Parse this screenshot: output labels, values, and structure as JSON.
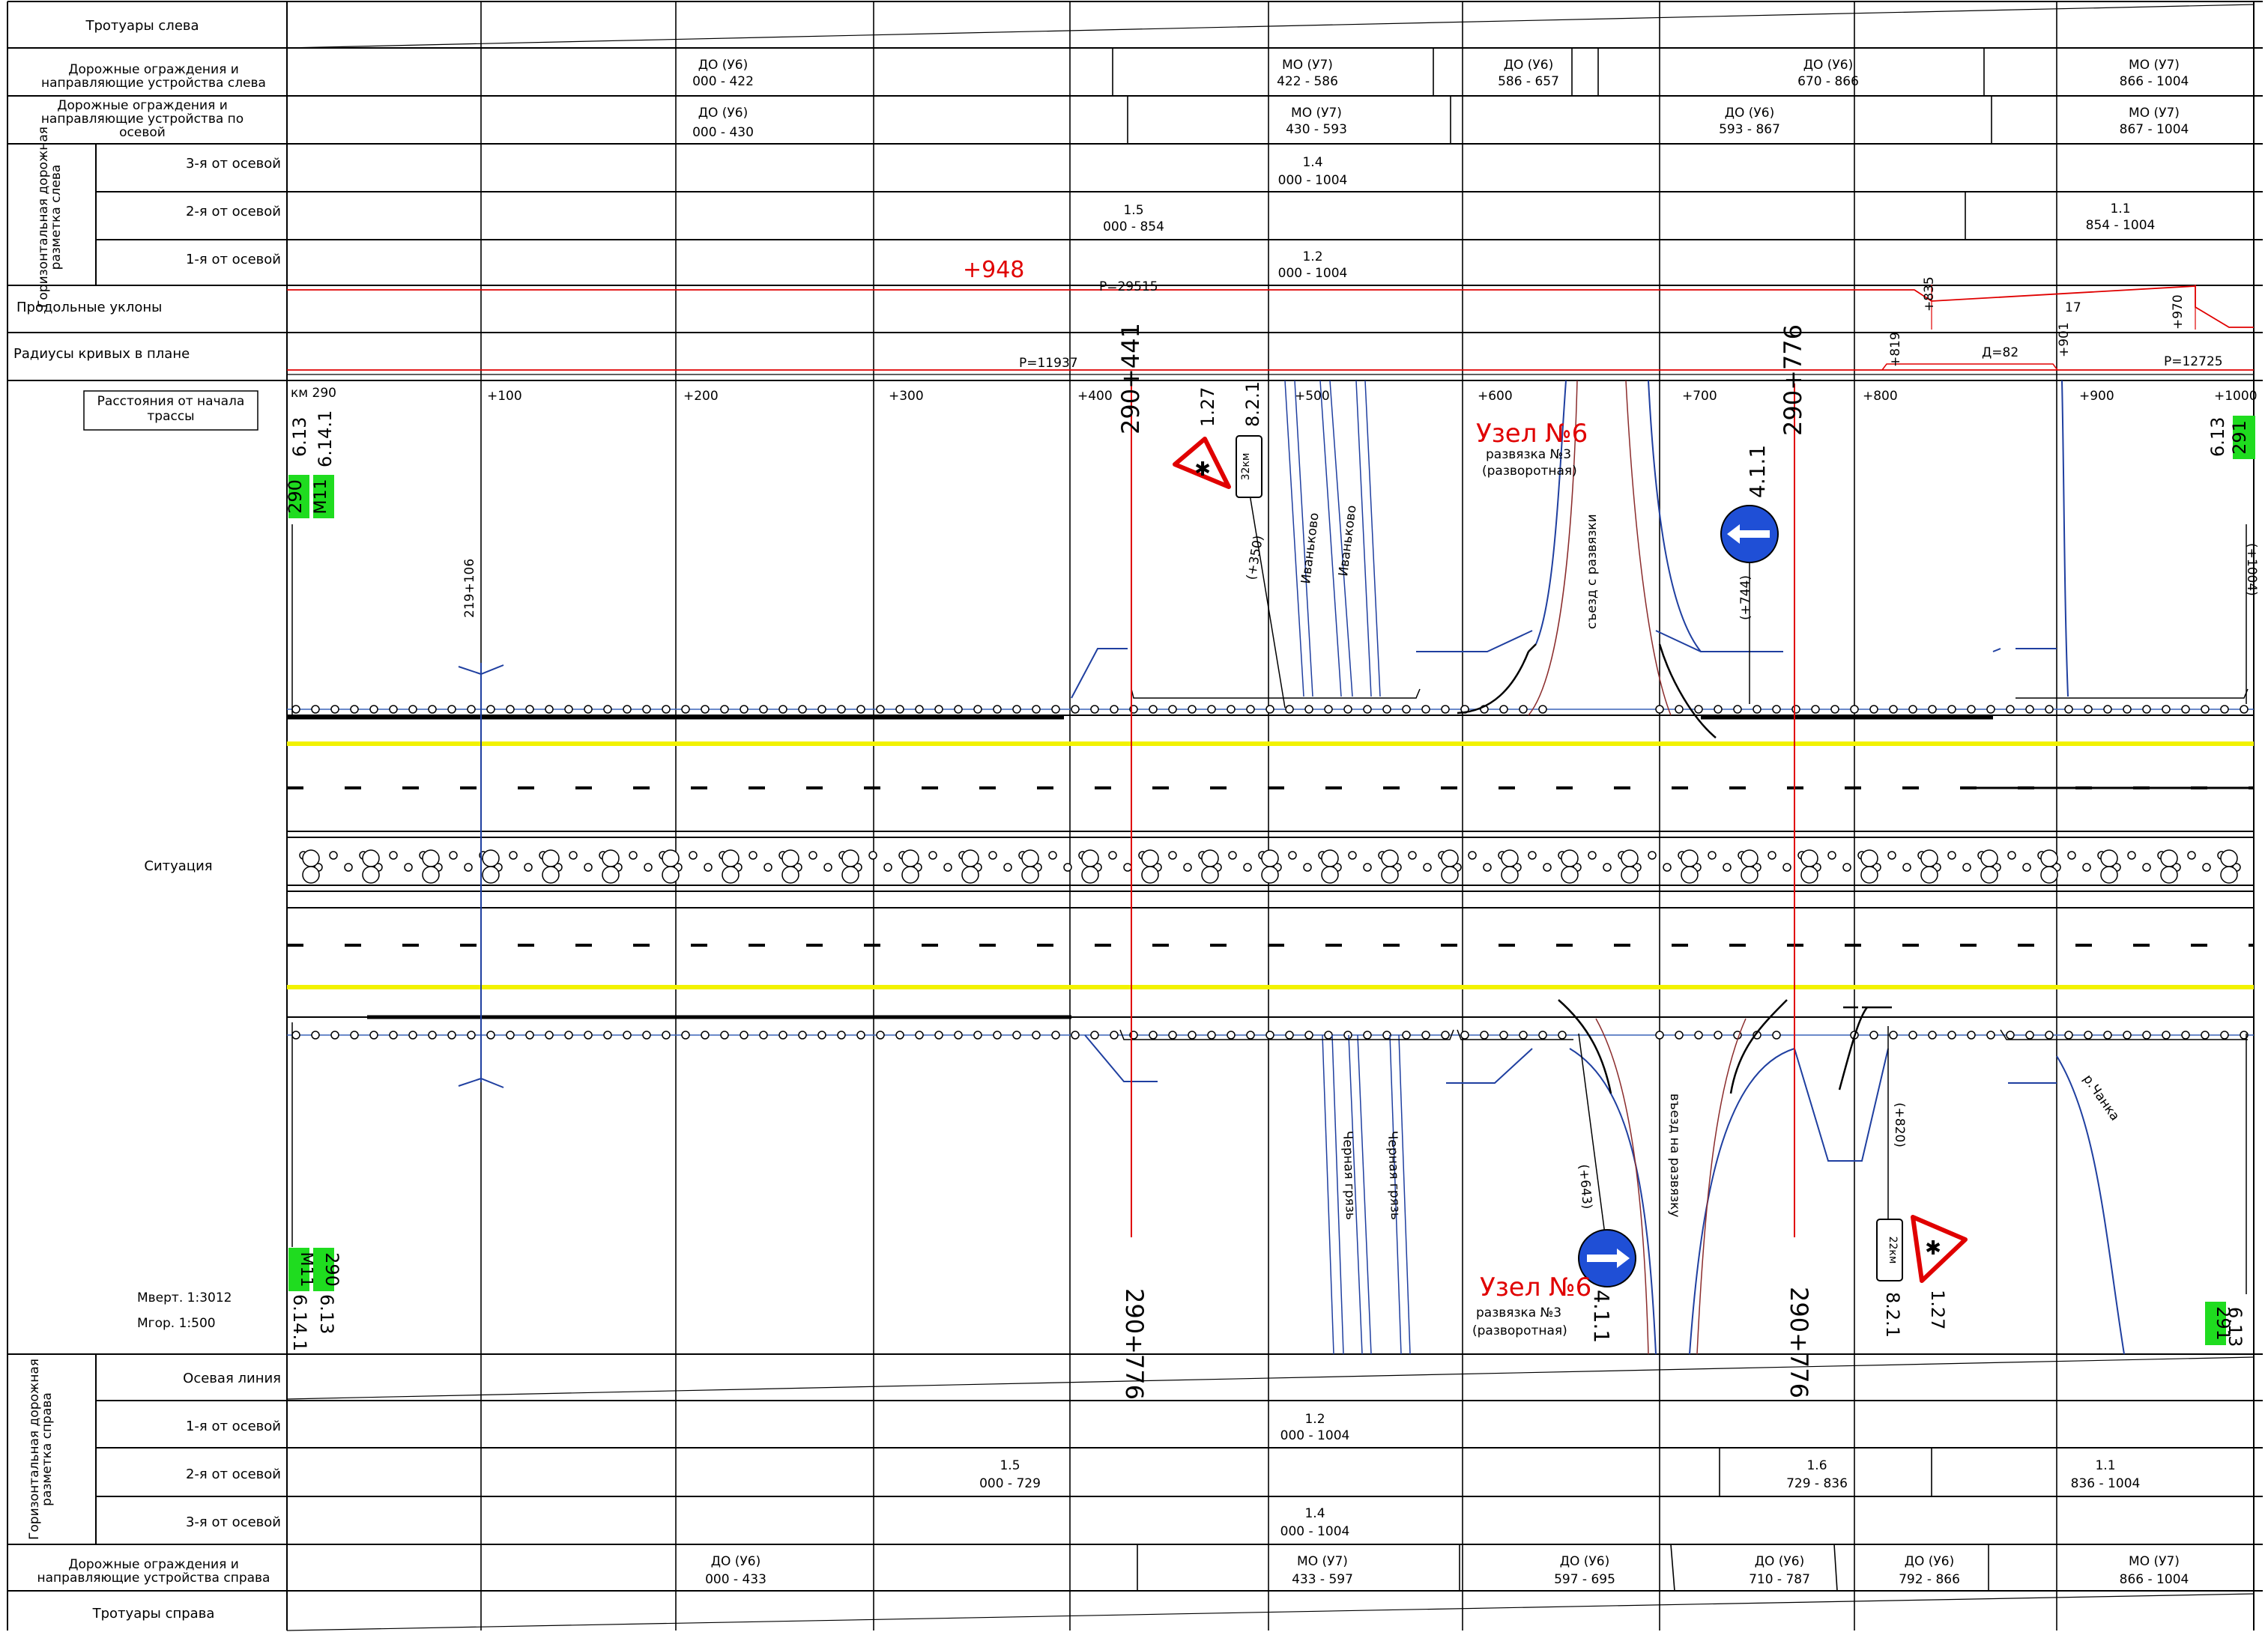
{
  "rows_top": {
    "sidewalks_left": "Тротуары слева",
    "guards_left": "Дорожные ограждения и направляющие устройства слева",
    "guards_axis": "Дорожные ограждения и направляющие устройства по осевой",
    "marking_left_group": "Горизонтальная дорожная разметка слева",
    "lane3": "3-я от осевой",
    "lane2": "2-я от осевой",
    "lane1": "1-я от осевой",
    "slopes": "Продольные уклоны",
    "radii": "Радиусы кривых в плане",
    "distance_box": "Расстояния от начала трассы",
    "situation": "Ситуация"
  },
  "rows_bottom": {
    "axis_line": "Осевая линия",
    "lane1": "1-я от осевой",
    "lane2": "2-я от осевой",
    "lane3": "3-я от осевой",
    "marking_right_group": "Горизонтальная дорожная разметка справа",
    "guards_right": "Дорожные ограждения и направляющие устройства справа",
    "sidewalks_right": "Тротуары справа"
  },
  "guards_left": [
    {
      "t": "ДО (У6)",
      "r": "000 - 422"
    },
    {
      "t": "МО (У7)",
      "r": "422 - 586"
    },
    {
      "t": "ДО (У6)",
      "r": "586 - 657"
    },
    {
      "t": "ДО (У6)",
      "r": "670 - 866"
    },
    {
      "t": "МО (У7)",
      "r": "866 - 1004"
    }
  ],
  "guards_axis": [
    {
      "t": "ДО (У6)",
      "r": "000 - 430"
    },
    {
      "t": "МО (У7)",
      "r": "430 - 593"
    },
    {
      "t": "ДО (У6)",
      "r": "593 - 867"
    },
    {
      "t": "МО (У7)",
      "r": "867 - 1004"
    }
  ],
  "marking_left": [
    {
      "t": "1.4",
      "r": "000 - 1004"
    },
    {
      "t": "1.5",
      "r": "000 - 854"
    },
    {
      "t": "1.1",
      "r": "854 - 1004"
    },
    {
      "t": "1.2",
      "r": "000 - 1004"
    }
  ],
  "profile": {
    "plus948": "+948",
    "r29515": "Р=29515",
    "p835": "+835",
    "p970": "+970",
    "v17": "17",
    "r11937": "Р=11937",
    "p819": "+819",
    "p901": "+901",
    "d82": "Д=82",
    "r12725": "Р=12725"
  },
  "pickets": [
    "км 290",
    "+100",
    "+200",
    "+300",
    "+400",
    "+500",
    "+600",
    "+700",
    "+800",
    "+900",
    "+1000"
  ],
  "situation": {
    "chain_440": "290+441",
    "chain_776": "290+776",
    "node6": "Узел №6",
    "junction": "развязка №3",
    "turnaround": "(разворотная)",
    "sign_613": "6.13",
    "sign_6141": "6.14.1",
    "sign_127": "1.27",
    "sign_821": "8.2.1",
    "sign_411": "4.1.1",
    "plate_32": "32км",
    "plate_22": "22км",
    "km290": "290",
    "km291": "291",
    "route": "М11",
    "ivankovo": "Иваньково",
    "cherkaya": "Черная грязь",
    "exit": "съезд с развязки",
    "entry": "въезд на развязку",
    "river": "р.Чанка",
    "p350": "(+350)",
    "p744": "(+744)",
    "p643": "(+643)",
    "p820": "(+820)",
    "p1004": "(+1004)",
    "p219": "219+106",
    "mvert": "Мверт. 1:3012",
    "mgor": "Мгор.   1:500"
  },
  "marking_right": [
    {
      "t": "1.2",
      "r": "000 - 1004"
    },
    {
      "t": "1.5",
      "r": "000 - 729"
    },
    {
      "t": "1.6",
      "r": "729 - 836"
    },
    {
      "t": "1.1",
      "r": "836 - 1004"
    },
    {
      "t": "1.4",
      "r": "000 - 1004"
    }
  ],
  "guards_right": [
    {
      "t": "ДО (У6)",
      "r": "000 - 433"
    },
    {
      "t": "МО (У7)",
      "r": "433 - 597"
    },
    {
      "t": "ДО (У6)",
      "r": "597 - 695"
    },
    {
      "t": "ДО (У6)",
      "r": "710 - 787"
    },
    {
      "t": "ДО (У6)",
      "r": "792 - 866"
    },
    {
      "t": "МО (У7)",
      "r": "866 - 1004"
    }
  ],
  "colors": {
    "red": "#e00000",
    "blue": "#1f4fd6",
    "yellow": "#f2f200",
    "green": "#1fdc1f",
    "road": "#3a63b8"
  }
}
